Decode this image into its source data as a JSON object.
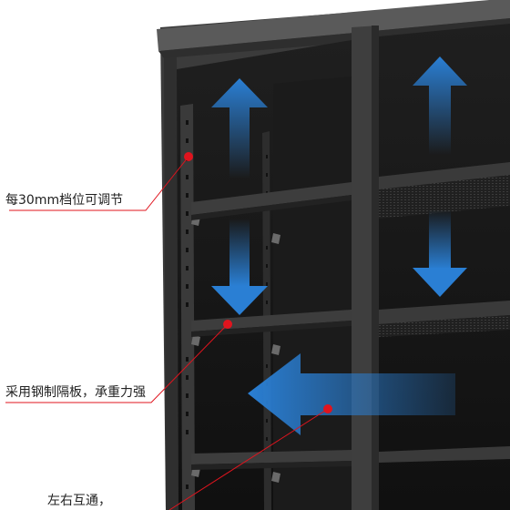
{
  "annotations": {
    "shelf_adjustment": "每30mm档位可调节",
    "steel_shelves": "采用钢制隔板，承重力强",
    "left_right": "左右互通，"
  },
  "colors": {
    "cabinet_body": "#2b2b2b",
    "cabinet_interior": "#141414",
    "shelf": "#3a3a3a",
    "arrow_blue": "#2a7fd4",
    "marker_red": "#e0141e",
    "leader_line": "#e0141e",
    "text": "#222222"
  },
  "icons": {
    "vertical_arrows": "double-headed-vertical-arrow",
    "horizontal_arrow": "left-arrow",
    "markers": "red-dot"
  }
}
